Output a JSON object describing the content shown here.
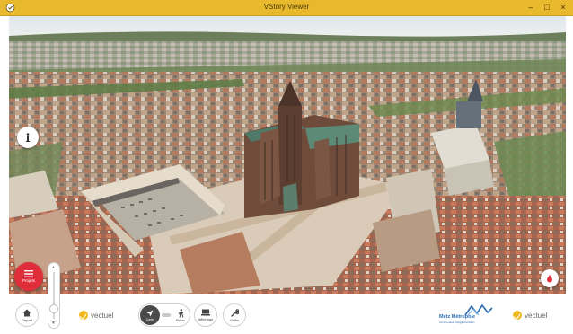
{
  "window": {
    "title": "VStory Viewer",
    "controls": {
      "minimize": "–",
      "maximize": "□",
      "close": "×"
    }
  },
  "viewport": {
    "info_icon": "info-icon",
    "drop_icon": "drop-icon"
  },
  "toolbar": {
    "projets_label": "Projets",
    "depart_label": "Départ",
    "carte_label": "Carte",
    "pieton_label": "Piéton",
    "affichage_label": "Affichage",
    "outils_label": "Outils",
    "vectuel_left": "vectuel",
    "vectuel_right": "vectuel",
    "metz_name": "Metz Métropole",
    "metz_tag": "communauté d'agglomération"
  },
  "colors": {
    "titlebar": "#e8b92c",
    "projets": "#e02f3a",
    "accent_blue": "#2b6cb3"
  }
}
